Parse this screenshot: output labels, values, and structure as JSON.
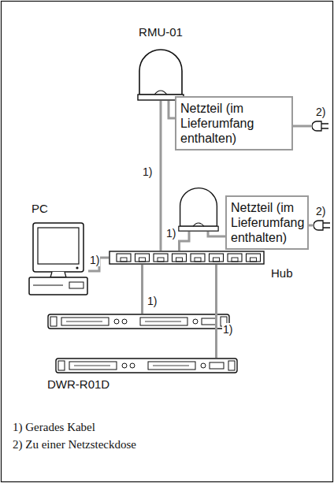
{
  "diagram": {
    "nodes": [
      {
        "text": [
          "RMU-01"
        ]
      },
      {
        "text": [
          "Netzteil (im Lieferumfang enthalten)"
        ]
      },
      {
        "text": [
          "Netzteil (im Lieferumfang enthalten)"
        ]
      },
      {
        "text": [
          "PC"
        ]
      },
      {
        "text": [
          "Hub"
        ]
      },
      {
        "text": [
          "DWR-R01D"
        ]
      }
    ],
    "edges": [
      {
        "from": 1,
        "to": 0,
        "arrow": "none"
      },
      {
        "from": 0,
        "to": 4,
        "label": "1)",
        "arrow": "none"
      },
      {
        "from": 3,
        "to": 4,
        "label": "1)",
        "arrow": "none"
      },
      {
        "from": 5,
        "to": 4,
        "label": "1)",
        "arrow": "none"
      }
    ],
    "labels": [
      "2)",
      "2)",
      "1)",
      "1)",
      "1) Gerades Kabel",
      "2) Zu einer Netzsteckdose"
    ]
  }
}
